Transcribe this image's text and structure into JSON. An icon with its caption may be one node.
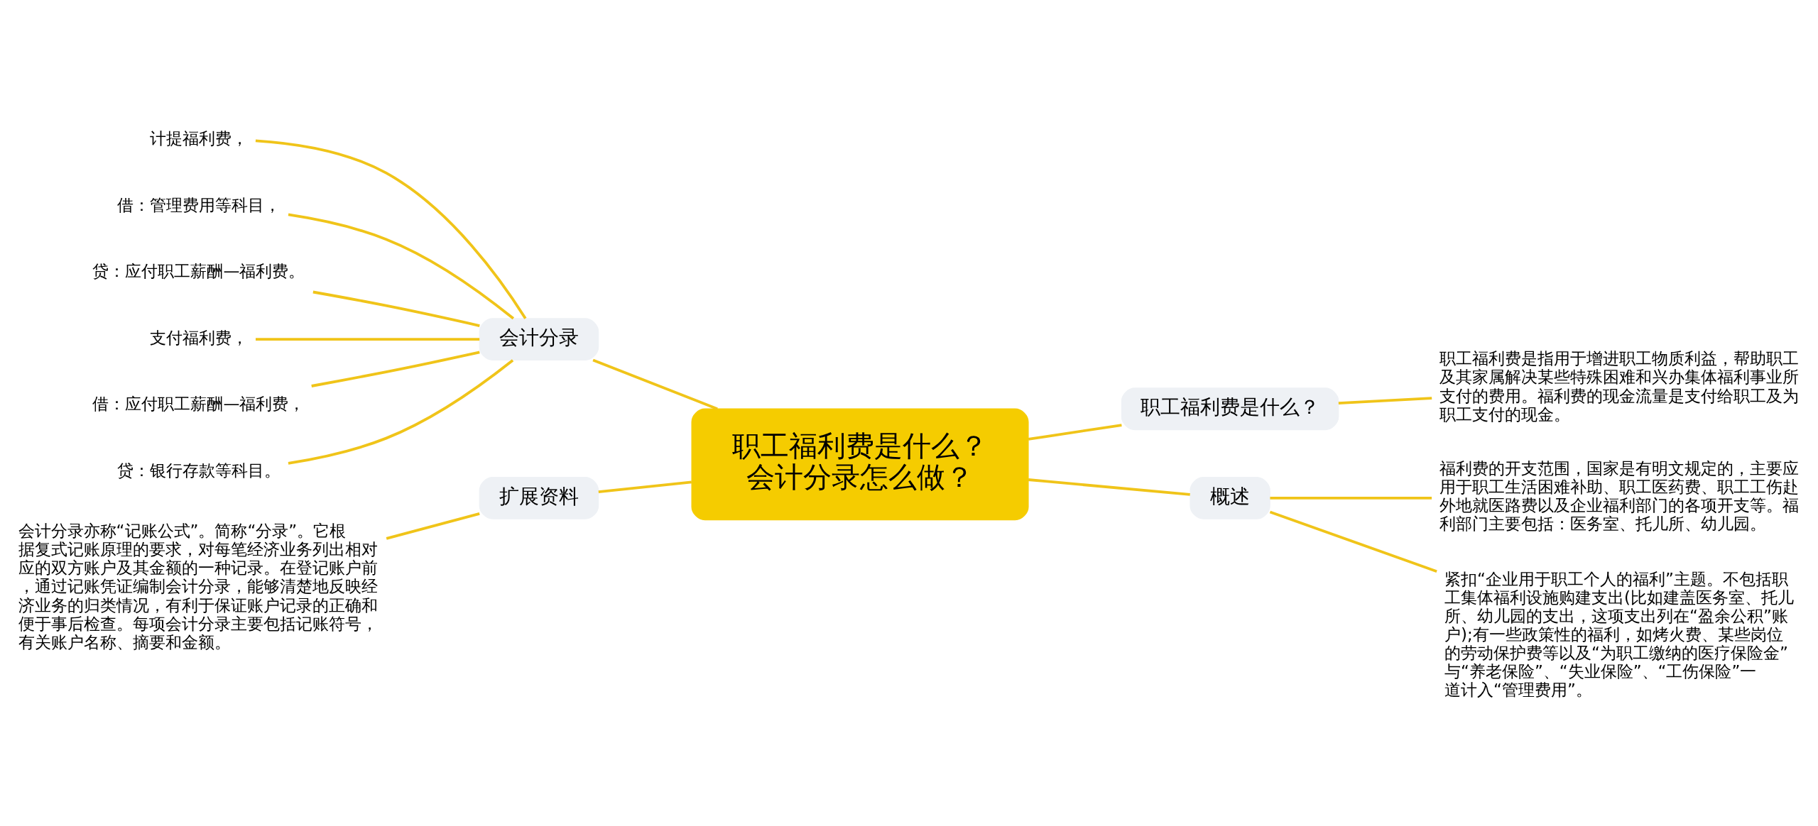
{
  "diagram": {
    "nodes": [
      {
        "text": [
          "职工福利费是什么？会计分录怎么做？"
        ]
      },
      {
        "text": [
          "会计分录"
        ]
      },
      {
        "text": [
          "计提福利费，"
        ]
      },
      {
        "text": [
          "借：管理费用等科目，"
        ]
      },
      {
        "text": [
          "贷：应付职工薪酬—福利费。"
        ]
      },
      {
        "text": [
          "支付福利费，"
        ]
      },
      {
        "text": [
          "借：应付职工薪酬—福利费，"
        ]
      },
      {
        "text": [
          "贷：银行存款等科目。"
        ]
      },
      {
        "text": [
          "扩展资料"
        ]
      },
      {
        "text": [
          "会计分录亦称“记账公式”。简称“分录”。它根据复式记账原理的要求，对每笔经济业务列出相对应的双方账户及其金额的一种记录。在登记账户前，通过记账凭证编制会计分录，能够清楚地反映经济业务的归类情况，有利于保证账户记录的正确和便于事后检查。每项会计分录主要包括记账符号，有关账户名称、摘要和金额。"
        ]
      },
      {
        "text": [
          "职工福利费是什么？"
        ]
      },
      {
        "text": [
          "职工福利费是指用于增进职工物质利益，帮助职工及其家属解决某些特殊困难和兴办集体福利事业所支付的费用。福利费的现金流量是支付给职工及为职工支付的现金。"
        ]
      },
      {
        "text": [
          "概述"
        ]
      },
      {
        "text": [
          "福利费的开支范围，国家是有明文规定的，主要应用于职工生活困难补助、职工医药费、职工工伤赴外地就医路费以及企业福利部门的各项开支等。福利部门主要包括：医务室、托儿所、幼儿园。"
        ]
      },
      {
        "text": [
          "紧扣“企业用于职工个人的福利”主题。不包括职工集体福利设施购建支出(比如建盖医务室、托儿所、幼儿园的支出，这项支出列在“盈余公积”账户);有一些政策性的福利，如烤火费、某些岗位的劳动保护费等以及“为职工缴纳的医疗保险金”与“养老保险”、“失业保险”、“工伤保险”一道计入“管理费用”。"
        ]
      }
    ],
    "edges": [
      {
        "from": 0,
        "to": 1,
        "arrow": "none"
      },
      {
        "from": 1,
        "to": 2,
        "arrow": "none"
      },
      {
        "from": 1,
        "to": 3,
        "arrow": "none"
      },
      {
        "from": 1,
        "to": 4,
        "arrow": "none"
      },
      {
        "from": 1,
        "to": 5,
        "arrow": "none"
      },
      {
        "from": 1,
        "to": 6,
        "arrow": "none"
      },
      {
        "from": 1,
        "to": 7,
        "arrow": "none"
      },
      {
        "from": 0,
        "to": 8,
        "arrow": "none"
      },
      {
        "from": 8,
        "to": 9,
        "arrow": "none"
      },
      {
        "from": 0,
        "to": 10,
        "arrow": "none"
      },
      {
        "from": 10,
        "to": 11,
        "arrow": "none"
      },
      {
        "from": 0,
        "to": 12,
        "arrow": "none"
      },
      {
        "from": 12,
        "to": 13,
        "arrow": "none"
      },
      {
        "from": 12,
        "to": 14,
        "arrow": "none"
      }
    ]
  }
}
